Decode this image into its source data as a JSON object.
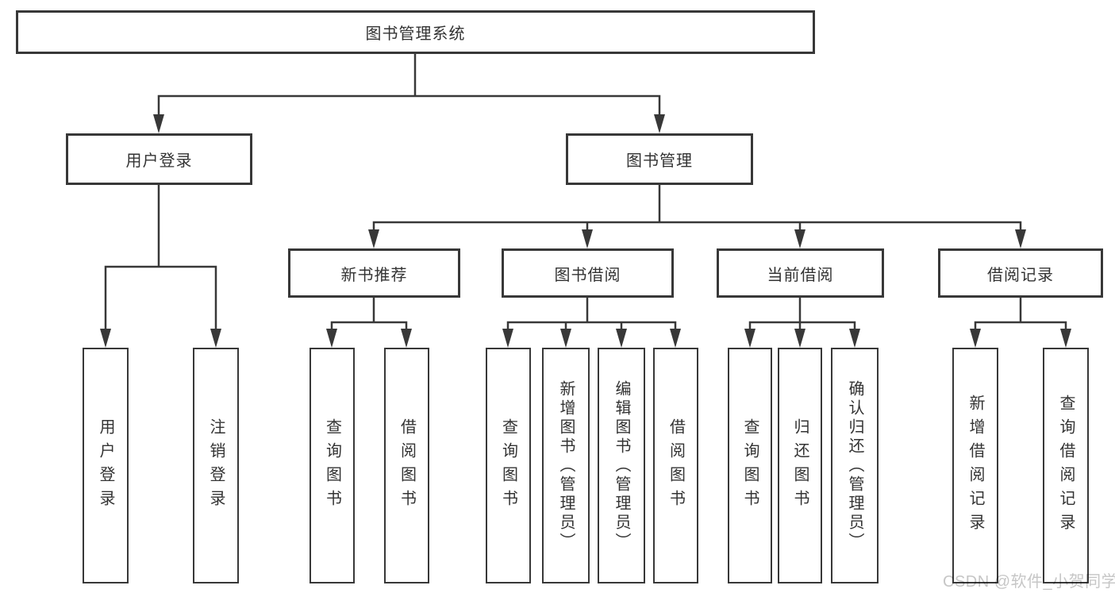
{
  "colors": {
    "line": "#383838",
    "text": "#333333",
    "watermark": "#c6c6c6",
    "background": "#ffffff"
  },
  "watermark": {
    "text": "CSDN @软件_小贺同学"
  },
  "tree": {
    "label": "图书管理系统",
    "children": [
      {
        "label": "用户登录",
        "children": [
          {
            "label": "用户登录"
          },
          {
            "label": "注销登录"
          }
        ]
      },
      {
        "label": "图书管理",
        "children": [
          {
            "label": "新书推荐",
            "children": [
              {
                "label": "查询图书"
              },
              {
                "label": "借阅图书"
              }
            ]
          },
          {
            "label": "图书借阅",
            "children": [
              {
                "label": "查询图书"
              },
              {
                "label": "新增图书（管理员）"
              },
              {
                "label": "编辑图书（管理员）"
              },
              {
                "label": "借阅图书"
              }
            ]
          },
          {
            "label": "当前借阅",
            "children": [
              {
                "label": "查询图书"
              },
              {
                "label": "归还图书"
              },
              {
                "label": "确认归还（管理员）"
              }
            ]
          },
          {
            "label": "借阅记录",
            "children": [
              {
                "label": "新增借阅记录"
              },
              {
                "label": "查询借阅记录"
              }
            ]
          }
        ]
      }
    ]
  }
}
